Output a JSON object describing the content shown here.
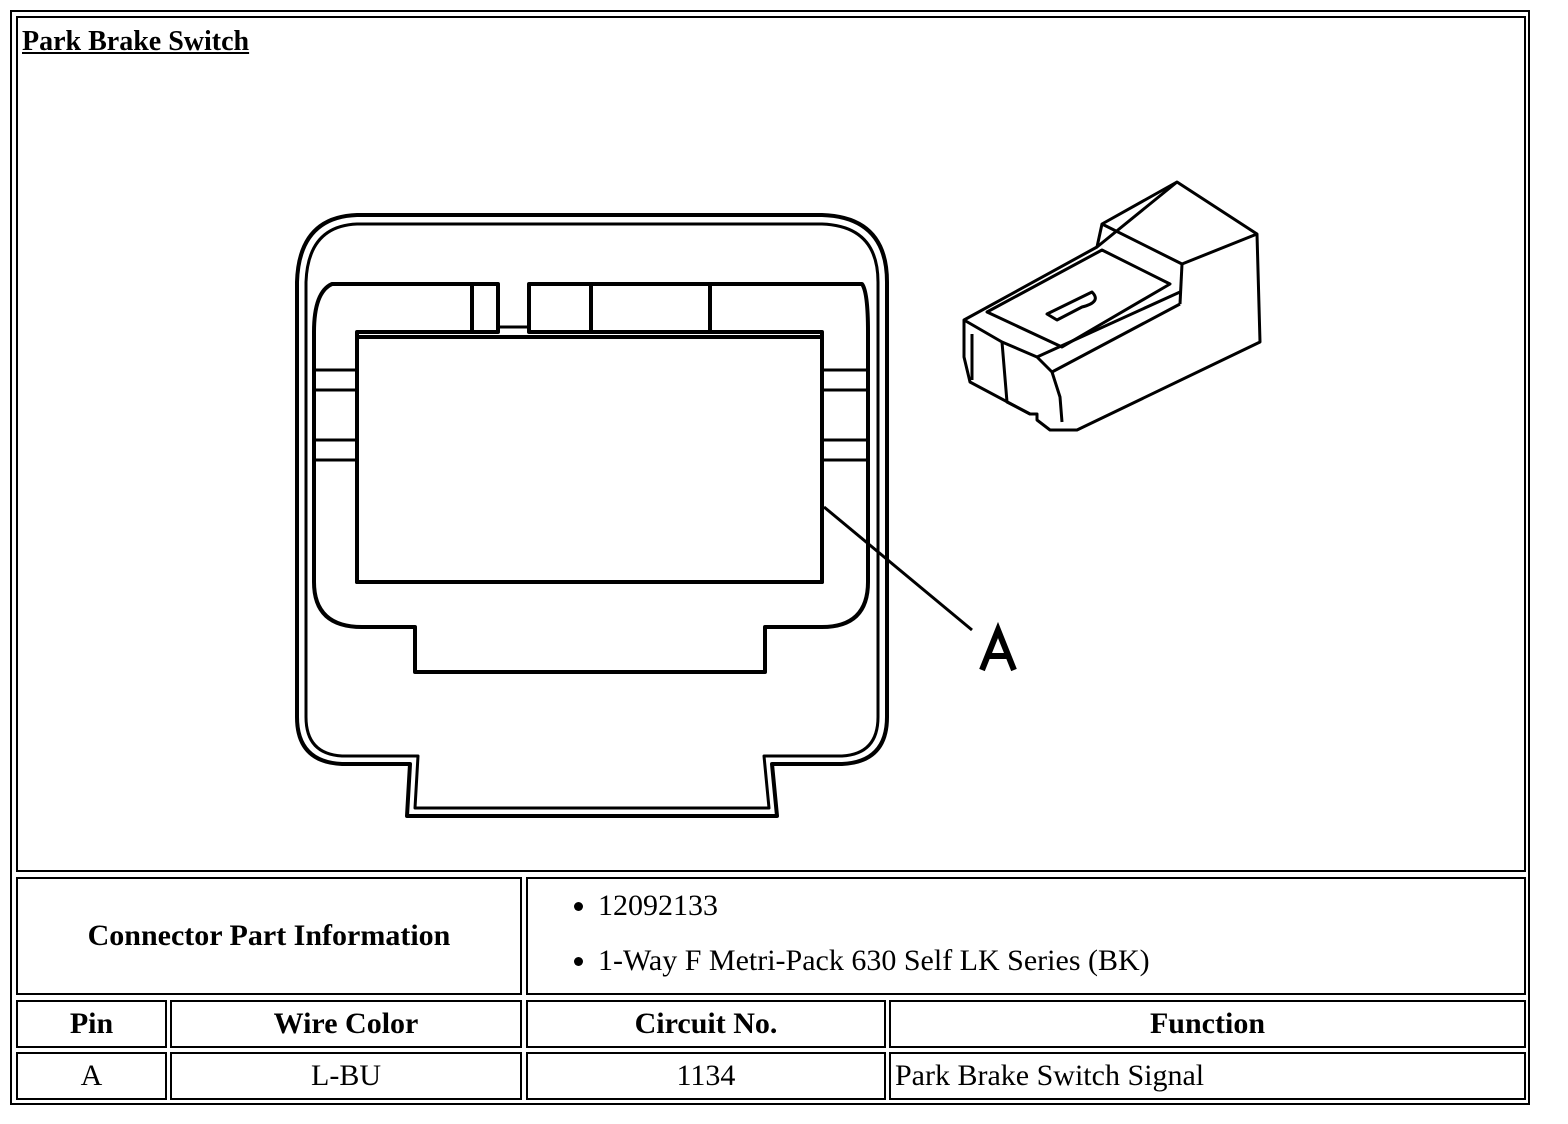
{
  "title": "Park Brake Switch",
  "figure": {
    "callout_label": "A"
  },
  "connector_info": {
    "label": "Connector Part Information",
    "items": [
      "12092133",
      "1-Way F Metri-Pack 630 Self LK Series (BK)"
    ]
  },
  "table": {
    "headers": {
      "pin": "Pin",
      "wire_color": "Wire Color",
      "circuit": "Circuit No.",
      "function": "Function"
    },
    "rows": [
      {
        "pin": "A",
        "wire_color": "L-BU",
        "circuit": "1134",
        "function": "Park Brake Switch Signal"
      }
    ]
  }
}
